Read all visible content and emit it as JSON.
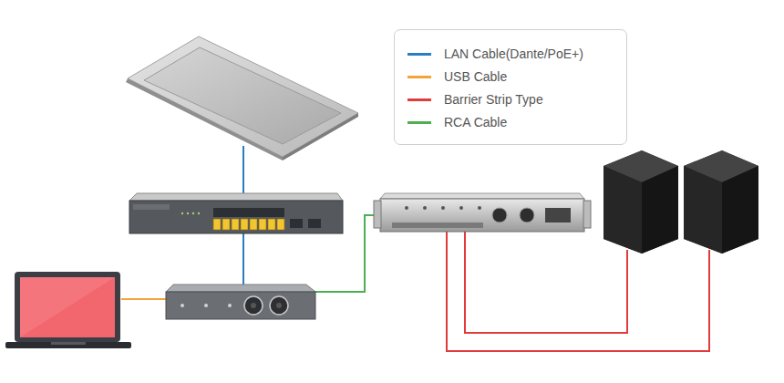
{
  "diagram": {
    "legend": [
      {
        "text": "LAN Cable(Dante/PoE+)",
        "color": "#2a7ec4"
      },
      {
        "text": "USB Cable",
        "color": "#f2a33a"
      },
      {
        "text": "Barrier Strip Type",
        "color": "#e23b3b"
      },
      {
        "text": "RCA Cable",
        "color": "#4caf50"
      }
    ]
  }
}
